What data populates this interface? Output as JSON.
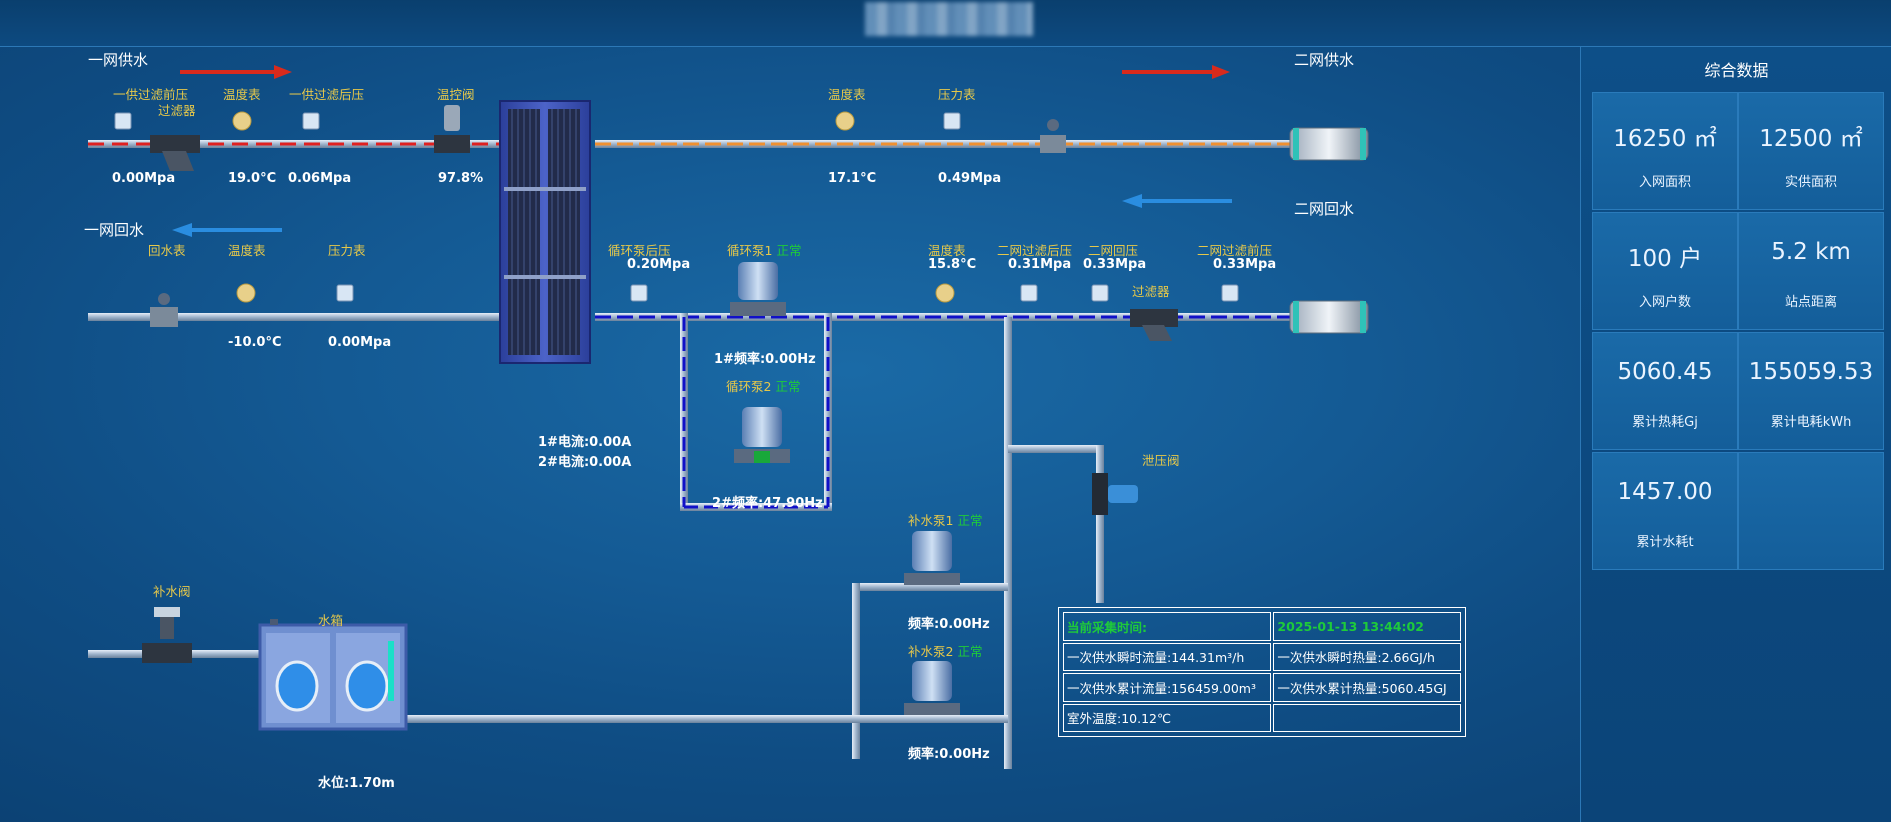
{
  "header": {
    "title_blurred": ""
  },
  "labels": {
    "primary_supply": "一网供水",
    "primary_return": "一网回水",
    "secondary_supply": "二网供水",
    "secondary_return": "二网回水",
    "pre_filter_pressure": "一供过滤前压",
    "filter_top": "过滤器",
    "temp_gauge_1": "温度表",
    "post_filter_pressure": "一供过滤后压",
    "temp_control_valve": "温控阀",
    "temp_gauge_sec": "温度表",
    "pressure_gauge_sec": "压力表",
    "return_meter": "回水表",
    "temp_gauge_ret": "温度表",
    "pressure_gauge_ret": "压力表",
    "circ_pump_outlet_pressure": "循环泵后压",
    "circ_pump1": "循环泵1",
    "circ_pump2": "循环泵2",
    "status_normal": "正常",
    "temp_gauge_sr": "温度表",
    "sec_post_filter": "二网过滤后压",
    "sec_return_pressure": "二网回压",
    "filter_sr": "过滤器",
    "sec_pre_filter": "二网过滤前压",
    "relief_valve": "泄压阀",
    "makeup_pump1": "补水泵1",
    "makeup_pump2": "补水泵2",
    "makeup_valve": "补水阀",
    "water_tank": "水箱"
  },
  "values": {
    "pre_filter_pressure": "0.00Mpa",
    "supply_temp": "19.0°C",
    "post_filter_pressure": "0.06Mpa",
    "valve_open": "97.8%",
    "sec_supply_temp": "17.1°C",
    "sec_supply_pressure": "0.49Mpa",
    "ret_temp": "-10.0°C",
    "ret_pressure": "0.00Mpa",
    "circ_outlet_pressure": "0.20Mpa",
    "pump1_freq": "1#频率:0.00Hz",
    "pump2_freq": "2#频率:47.90Hz",
    "current1": "1#电流:0.00A",
    "current2": "2#电流:0.00A",
    "sr_temp": "15.8°C",
    "sec_post_filter": "0.31Mpa",
    "sec_return_pressure": "0.33Mpa",
    "sec_pre_filter": "0.33Mpa",
    "makeup1_freq": "频率:0.00Hz",
    "makeup2_freq": "频率:0.00Hz",
    "water_level": "水位:1.70m"
  },
  "info_table": {
    "time_label": "当前采集时间:",
    "time_value": "2025-01-13 13:44:02",
    "flow_inst": "一次供水瞬时流量:144.31m³/h",
    "heat_inst": "一次供水瞬时热量:2.66GJ/h",
    "flow_total": "一次供水累计流量:156459.00m³",
    "heat_total": "一次供水累计热量:5060.45GJ",
    "outdoor_temp": "室外温度:10.12℃",
    "empty": ""
  },
  "panel": {
    "title": "综合数据",
    "cells": [
      {
        "value": "16250 ㎡",
        "caption": "入网面积"
      },
      {
        "value": "12500 ㎡",
        "caption": "实供面积"
      },
      {
        "value": "100 户",
        "caption": "入网户数"
      },
      {
        "value": "5.2 km",
        "caption": "站点距离"
      },
      {
        "value": "5060.45",
        "caption": "累计热耗Gj"
      },
      {
        "value": "155059.53",
        "caption": "累计电耗kWh"
      },
      {
        "value": "1457.00",
        "caption": "累计水耗t"
      },
      {
        "value": "",
        "caption": ""
      }
    ]
  },
  "colors": {
    "primary_pipe_dash": "#e02020",
    "secondary_pipe_dash": "#f09030",
    "return_pipe_dash": "#1010c8",
    "status_green": "#1ecb3a",
    "label_yellow": "#e6c84a",
    "arrow_red": "#d92a1c",
    "arrow_blue": "#2a8de0"
  }
}
